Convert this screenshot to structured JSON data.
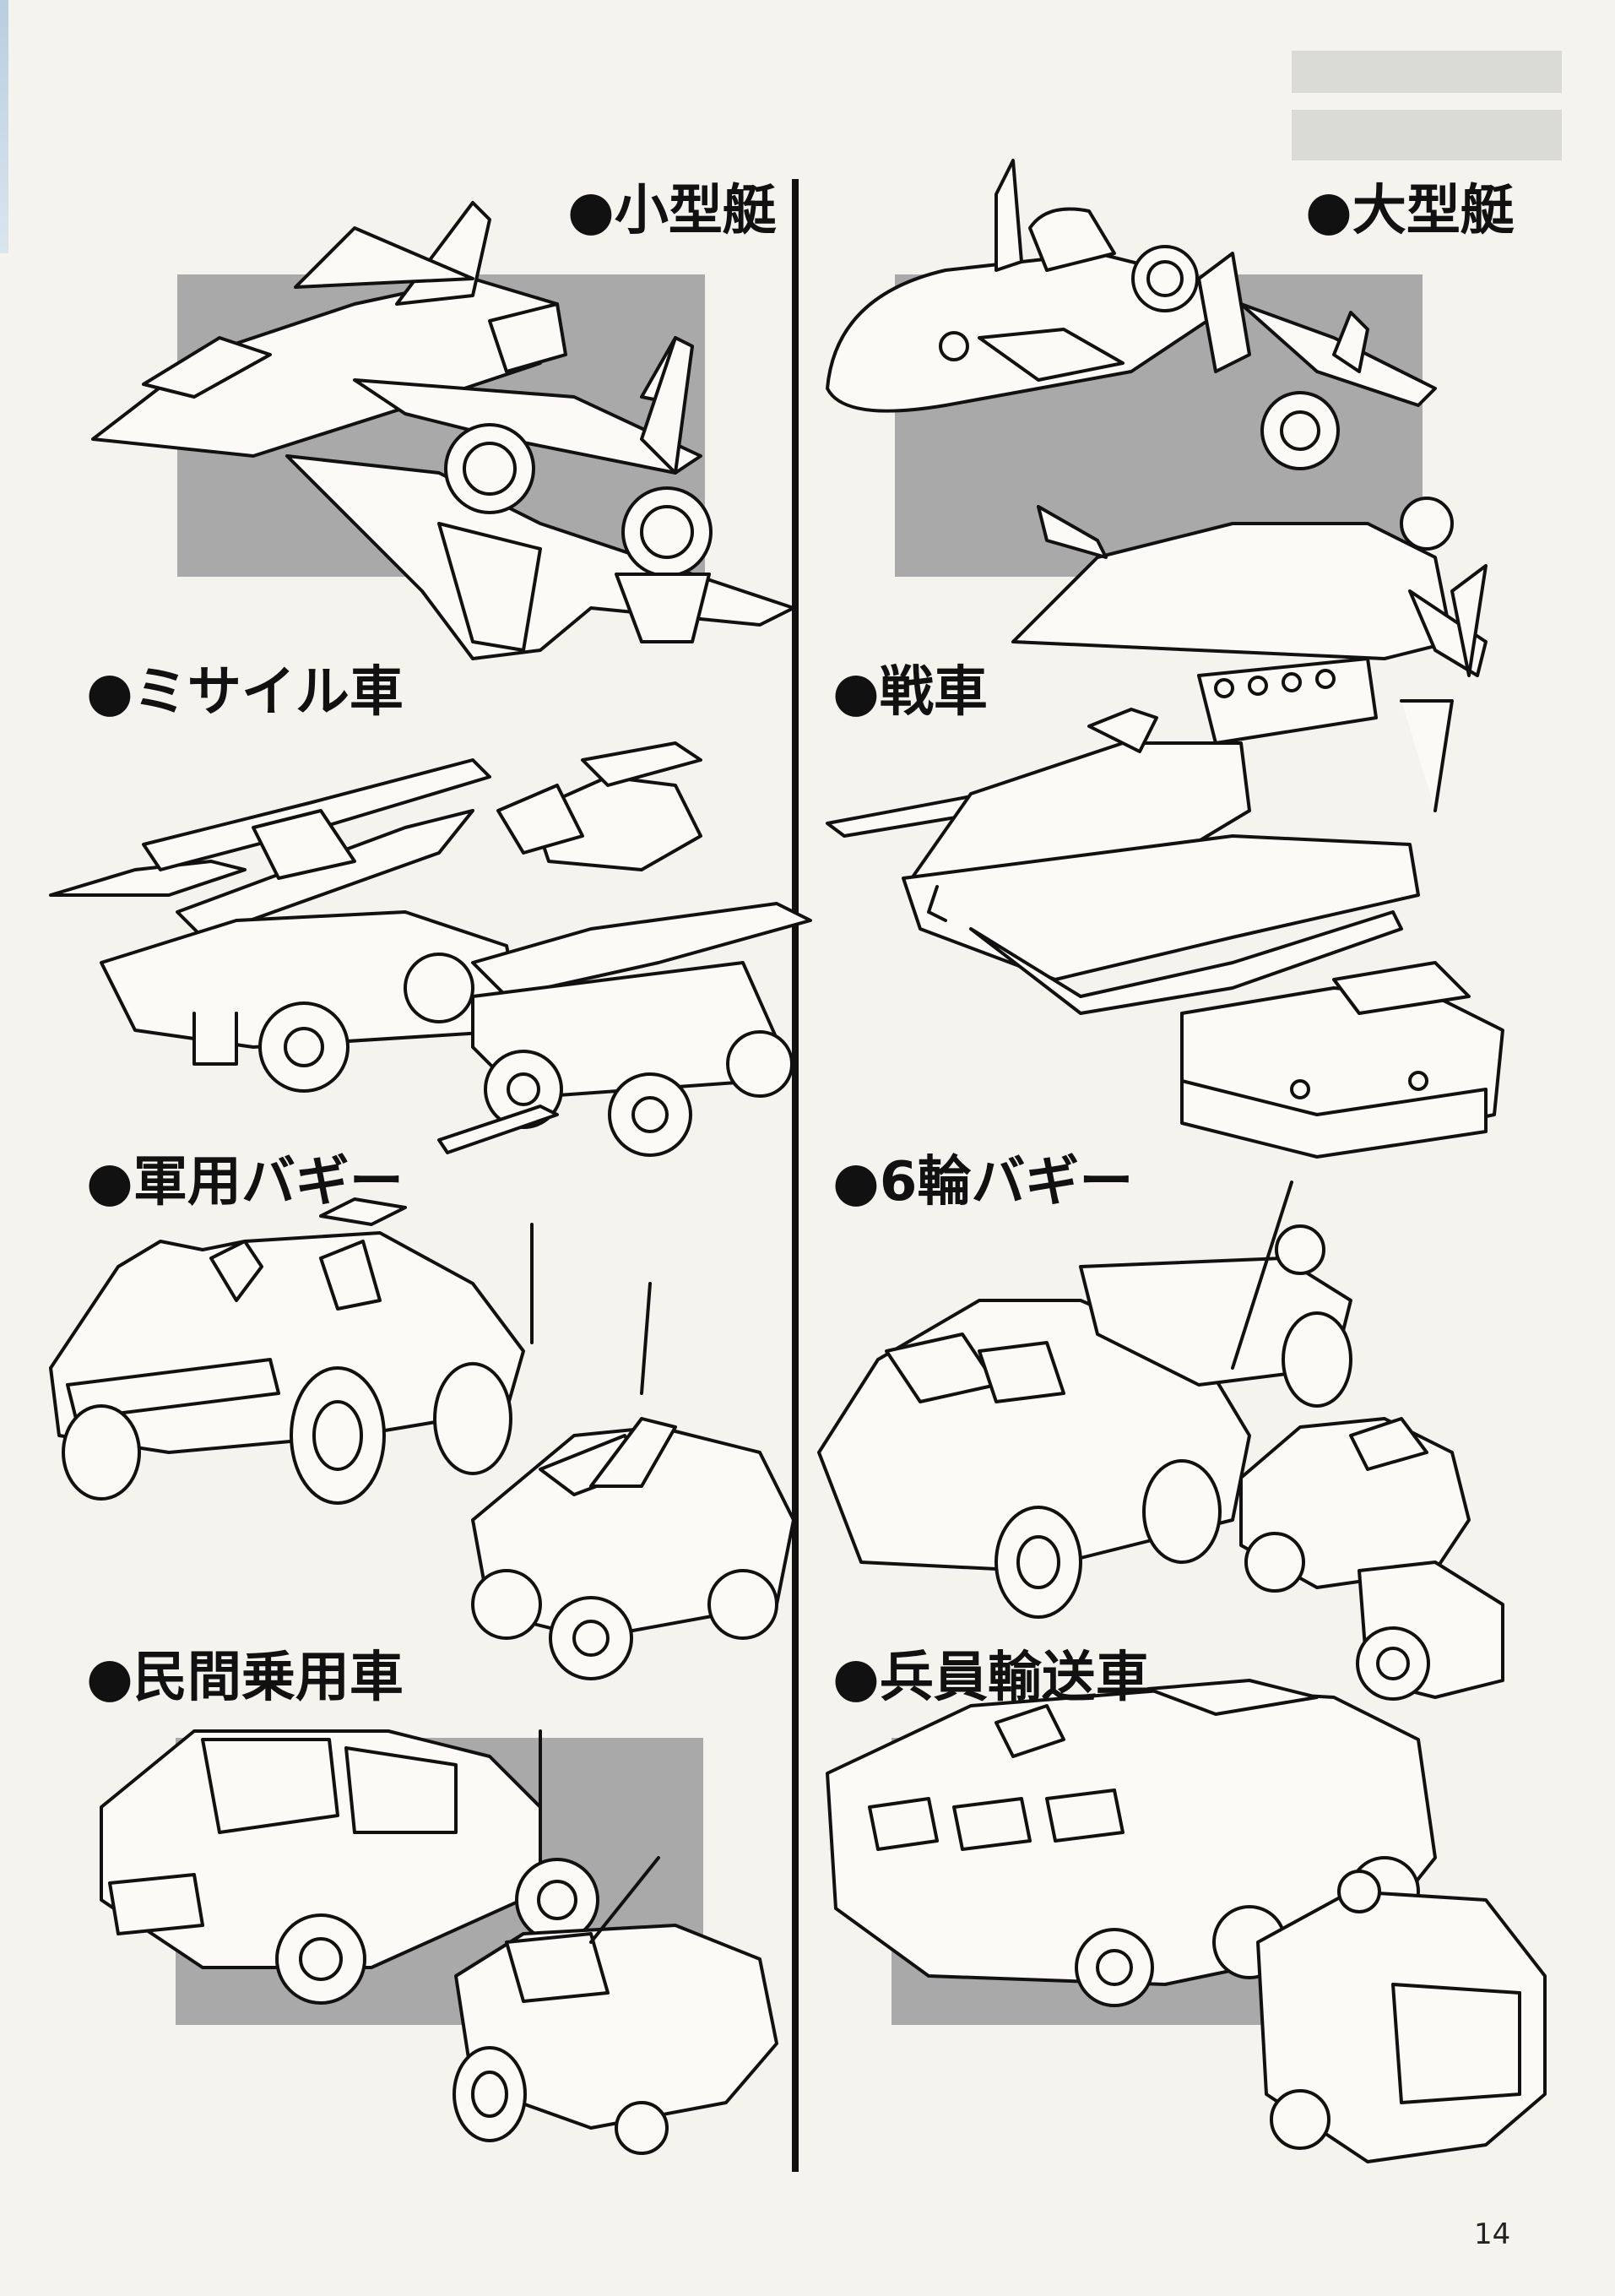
{
  "labels": {
    "small_boat": "●小型艇",
    "large_boat": "●大型艇",
    "missile_car": "●ミサイル車",
    "tank": "●戦車",
    "military_buggy": "●軍用バギー",
    "six_wheel_buggy": "●6輪バギー",
    "civilian_car": "●民間乗用車",
    "personnel_carrier": "●兵員輸送車"
  },
  "page_number": "14",
  "colors": {
    "ink": "#111111",
    "panel_gray": "#a9a9a9",
    "paper": "#f4f3ee"
  }
}
